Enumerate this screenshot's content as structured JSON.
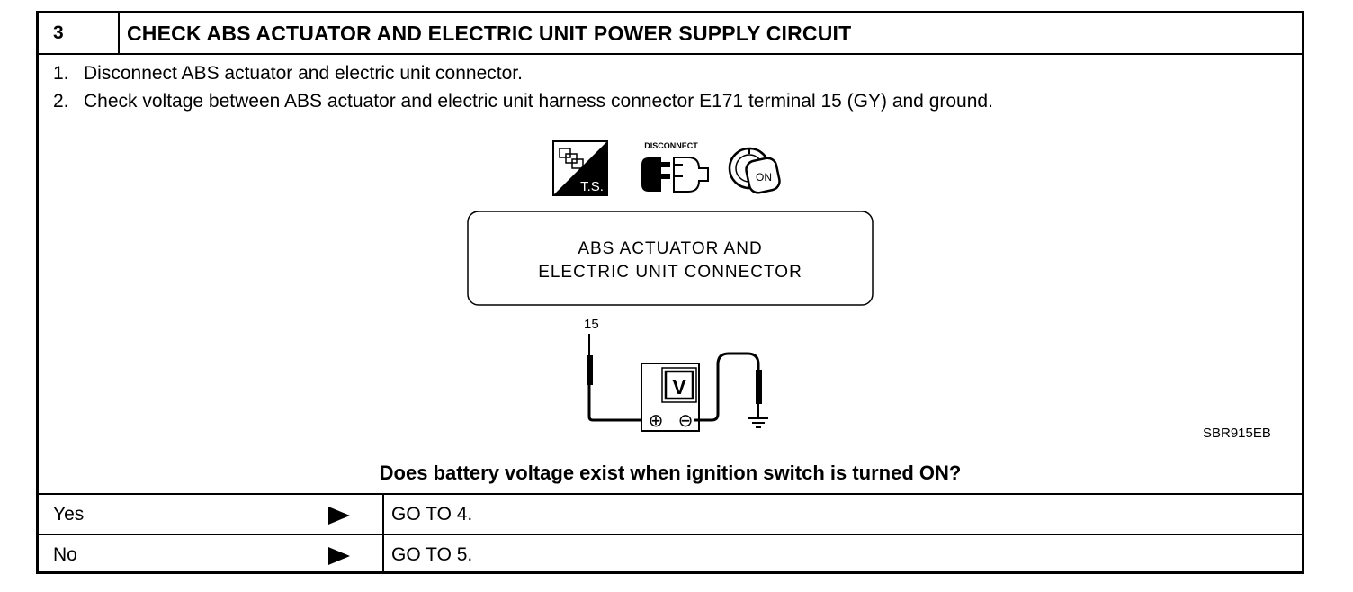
{
  "header": {
    "step_number": "3",
    "title": "CHECK ABS ACTUATOR AND ELECTRIC UNIT POWER SUPPLY CIRCUIT"
  },
  "instructions": [
    {
      "num": "1.",
      "text": "Disconnect ABS actuator and electric unit connector."
    },
    {
      "num": "2.",
      "text": "Check voltage between ABS actuator and electric unit harness connector E171 terminal 15 (GY) and ground."
    }
  ],
  "diagram": {
    "icons": {
      "ts_label": "T.S.",
      "disconnect_label": "DISCONNECT",
      "ignition_label": "ON"
    },
    "connector_line1": "ABS ACTUATOR AND",
    "connector_line2": "ELECTRIC UNIT CONNECTOR",
    "terminal": "15",
    "meter_label": "V",
    "plus": "⊕",
    "minus": "⊖",
    "reference": "SBR915EB"
  },
  "question": "Does battery voltage exist when ignition switch is turned ON?",
  "answers": [
    {
      "label": "Yes",
      "action": "GO TO 4."
    },
    {
      "label": "No",
      "action": "GO TO 5."
    }
  ]
}
